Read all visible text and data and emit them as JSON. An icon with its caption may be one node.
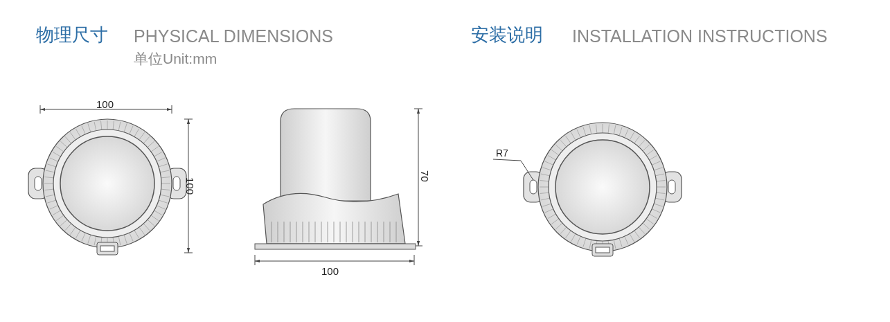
{
  "diagram": {
    "nodes": [
      {
        "text": [
          "R7"
        ]
      },
      {
        "text": [],
        "shape": "box"
      }
    ],
    "edges": [
      {
        "from": 0,
        "to": 1,
        "arrow": "none"
      }
    ],
    "labels": [
      "物理尺寸",
      "PHYSICAL DIMENSIONS",
      "单位Unit:mm",
      "100",
      "100",
      "70",
      "100",
      "安装说明",
      "INSTALLATION INSTRUCTIONS"
    ]
  }
}
